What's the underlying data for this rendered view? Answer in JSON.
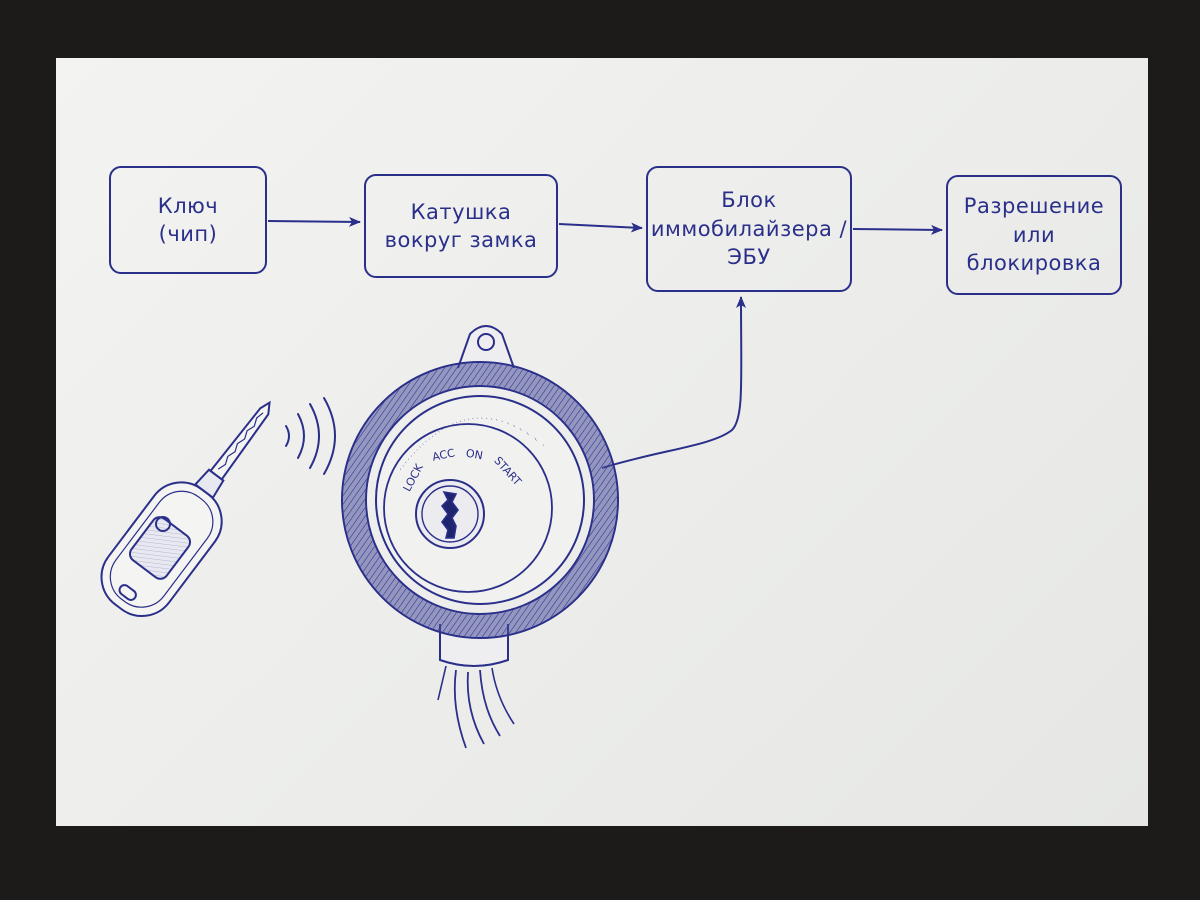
{
  "diagram": {
    "boxes": [
      {
        "id": "key",
        "label": "Ключ\n(чип)"
      },
      {
        "id": "coil",
        "label": "Катушка\nвокруг замка"
      },
      {
        "id": "ecu",
        "label": "Блок\nиммобилайзера /\nЭБУ"
      },
      {
        "id": "result",
        "label": "Разрешение\nили\nблокировка"
      }
    ],
    "ignition_labels": [
      "LOCK",
      "ACC",
      "ON",
      "START"
    ]
  },
  "colors": {
    "ink": "#2a2f8a",
    "paper": "#efefed",
    "background": "#1d1b1a"
  }
}
